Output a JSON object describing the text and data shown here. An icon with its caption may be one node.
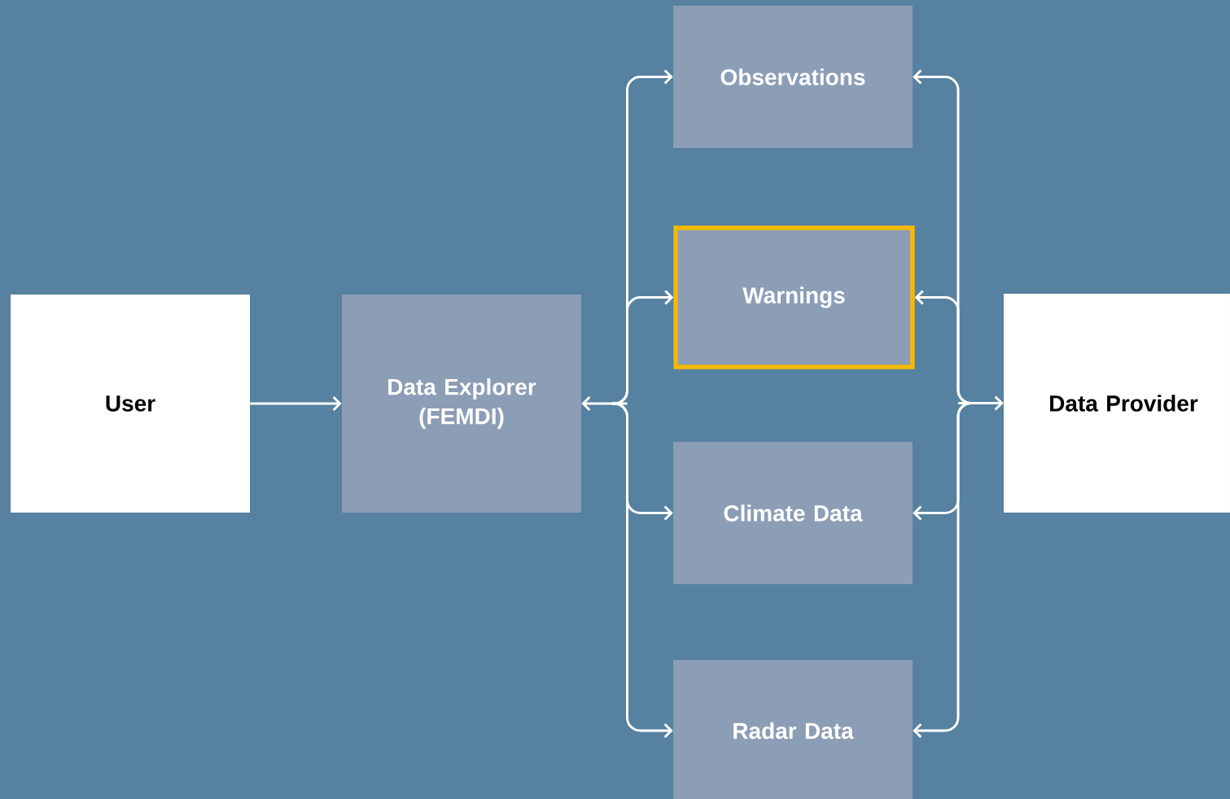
{
  "diagram": {
    "nodes": [
      {
        "text": [
          "User"
        ]
      },
      {
        "text": [
          "Data Explorer (FEMDI)"
        ]
      },
      {
        "text": [
          "Observations"
        ]
      },
      {
        "text": [
          "Warnings"
        ]
      },
      {
        "text": [
          "Climate Data"
        ]
      },
      {
        "text": [
          "Radar Data"
        ]
      },
      {
        "text": [
          "Data Provider"
        ]
      }
    ],
    "edges": [
      {
        "from": 0,
        "to": 1,
        "arrow": "to"
      },
      {
        "from": 1,
        "to": 2,
        "arrow": "both"
      },
      {
        "from": 1,
        "to": 3,
        "arrow": "both"
      },
      {
        "from": 1,
        "to": 4,
        "arrow": "both"
      },
      {
        "from": 1,
        "to": 5,
        "arrow": "both"
      },
      {
        "from": 6,
        "to": 2,
        "arrow": "both"
      },
      {
        "from": 6,
        "to": 3,
        "arrow": "both"
      },
      {
        "from": 6,
        "to": 4,
        "arrow": "both"
      },
      {
        "from": 6,
        "to": 5,
        "arrow": "both"
      }
    ]
  }
}
